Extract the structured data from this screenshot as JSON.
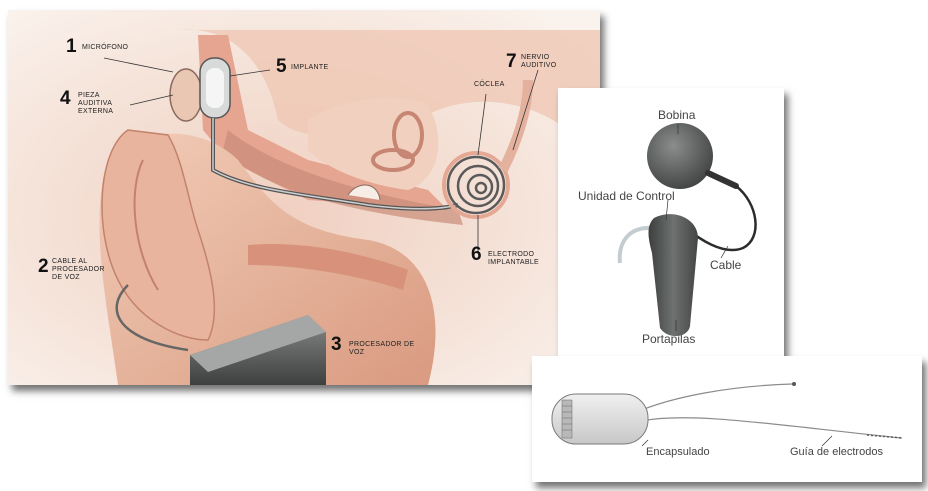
{
  "anatomy": {
    "items": [
      {
        "number": "1",
        "label": "MICRÓFONO"
      },
      {
        "number": "2",
        "label": "CABLE AL PROCESADOR DE VOZ"
      },
      {
        "number": "3",
        "label": "PROCESADOR DE VOZ"
      },
      {
        "number": "4",
        "label": "PIEZA AUDITIVA EXTERNA"
      },
      {
        "number": "5",
        "label": "IMPLANTE"
      },
      {
        "number": "6",
        "label": "ELECTRODO IMPLANTABLE"
      },
      {
        "number": "7",
        "label": "NERVIO AUDITIVO"
      }
    ],
    "coclea_label": "CÓCLEA"
  },
  "processor": {
    "bobina": "Bobina",
    "unidad": "Unidad de Control",
    "cable": "Cable",
    "portapilas": "Portapilas"
  },
  "implant": {
    "encapsulado": "Encapsulado",
    "guia": "Guía de electrodos"
  },
  "colors": {
    "skin": "#e8b9a2",
    "bone": "#f3d5c5",
    "processor_gray": "#5c605e"
  }
}
